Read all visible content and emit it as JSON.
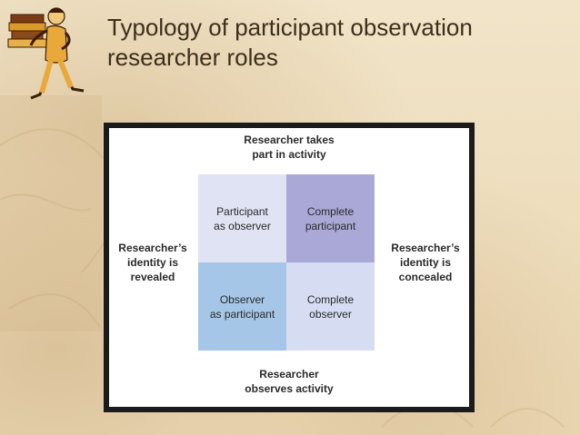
{
  "slide": {
    "title_line1": "Typology of participant observation",
    "title_line2": "researcher roles"
  },
  "figure": {
    "top_label": "Researcher takes\npart in activity",
    "bottom_label": "Researcher\nobserves activity",
    "left_label": "Researcher’s\nidentity is\nrevealed",
    "right_label": "Researcher’s\nidentity is\nconcealed",
    "cells": [
      {
        "label": "Participant\nas observer",
        "color": "#dfe3f3"
      },
      {
        "label": "Complete\nparticipant",
        "color": "#a9a8d6"
      },
      {
        "label": "Observer\nas participant",
        "color": "#a5c6e6"
      },
      {
        "label": "Complete\nobserver",
        "color": "#d6ddf2"
      }
    ]
  },
  "colors": {
    "background": "#efe0c2",
    "title_text": "#3d2f1d",
    "frame": "#1b1b1b"
  },
  "icons": {
    "clipart": "student-carrying-books-icon"
  }
}
